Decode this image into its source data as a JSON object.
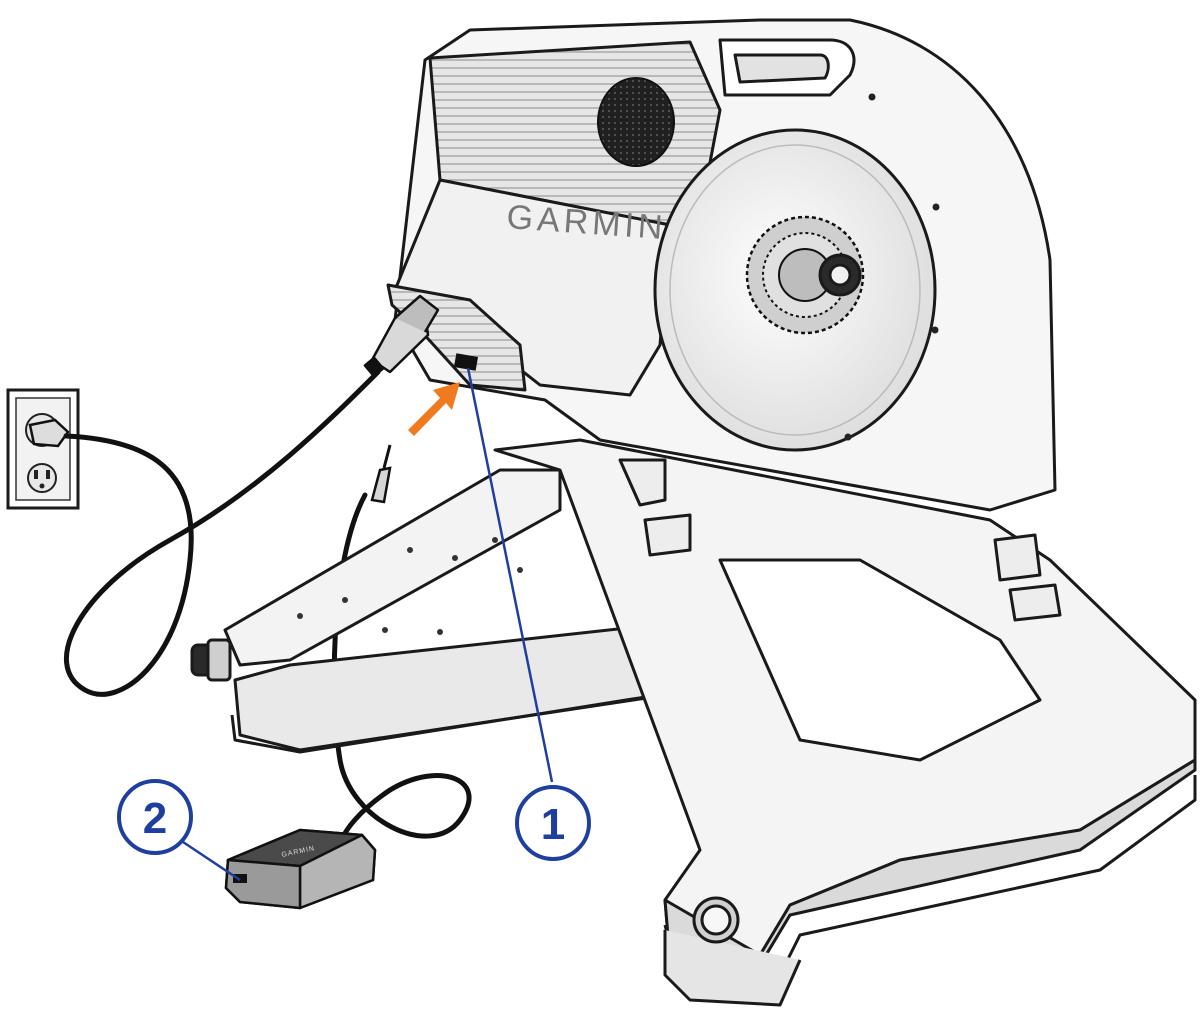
{
  "brand": {
    "logo_text": "GARMIN",
    "adapter_text": "GARMIN"
  },
  "callouts": [
    {
      "number": "1",
      "target": "trainer power port"
    },
    {
      "number": "2",
      "target": "adapter port"
    }
  ],
  "colors": {
    "callout": "#1f3f9e",
    "arrow": "#f07a1e",
    "line": "#1a1a1a",
    "cable": "#111111",
    "body_light": "#f4f4f4",
    "body_shade": "#d9d9d9"
  },
  "icons": {
    "wall_outlet": "wall-outlet-icon",
    "direction_arrow": "arrow-up-right-icon"
  }
}
